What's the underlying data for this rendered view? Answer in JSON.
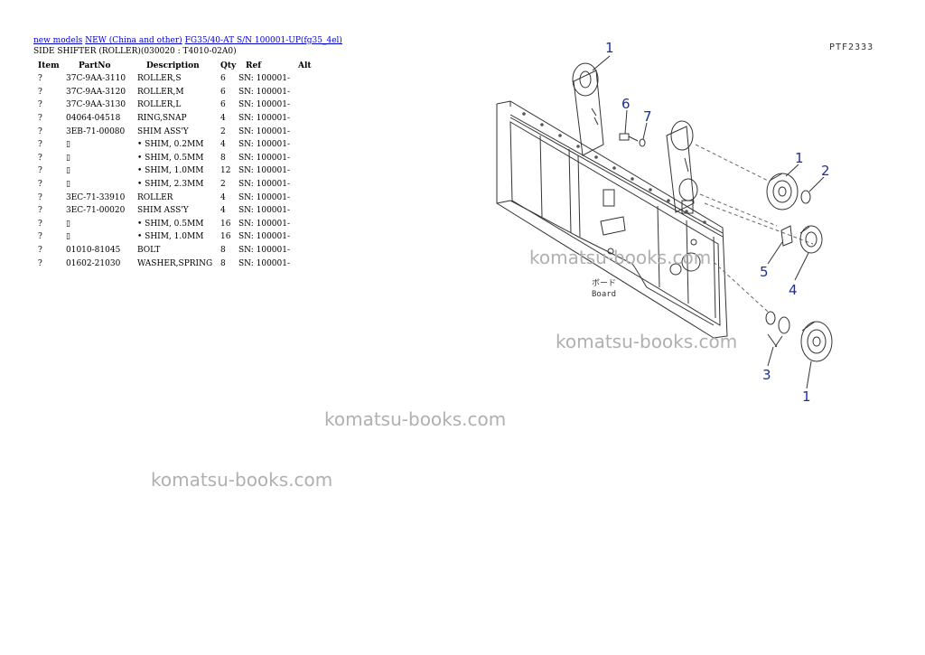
{
  "breadcrumb": {
    "links": [
      "new models",
      "NEW (China and other)",
      "FG35/40-AT S/N 100001-UP(fg35_4el)"
    ]
  },
  "page_title": "SIDE SHIFTER (ROLLER)(030020 : T4010-02A0)",
  "table": {
    "headers": [
      "Item",
      "PartNo",
      "Description",
      "Qty",
      "Ref",
      "Alt"
    ],
    "rows": [
      {
        "item": "?",
        "part": "37C-9AA-3110",
        "desc": "ROLLER,S",
        "qty": "6",
        "ref": "SN: 100001-",
        "alt": ""
      },
      {
        "item": "?",
        "part": "37C-9AA-3120",
        "desc": "ROLLER,M",
        "qty": "6",
        "ref": "SN: 100001-",
        "alt": ""
      },
      {
        "item": "?",
        "part": "37C-9AA-3130",
        "desc": "ROLLER,L",
        "qty": "6",
        "ref": "SN: 100001-",
        "alt": ""
      },
      {
        "item": "?",
        "part": "04064-04518",
        "desc": "RING,SNAP",
        "qty": "4",
        "ref": "SN: 100001-",
        "alt": ""
      },
      {
        "item": "?",
        "part": "3EB-71-00080",
        "desc": "SHIM ASS'Y",
        "qty": "2",
        "ref": "SN: 100001-",
        "alt": ""
      },
      {
        "item": "?",
        "part": "▯",
        "desc": "• SHIM, 0.2MM",
        "qty": "4",
        "ref": "SN: 100001-",
        "alt": ""
      },
      {
        "item": "?",
        "part": "▯",
        "desc": "• SHIM, 0.5MM",
        "qty": "8",
        "ref": "SN: 100001-",
        "alt": ""
      },
      {
        "item": "?",
        "part": "▯",
        "desc": "• SHIM, 1.0MM",
        "qty": "12",
        "ref": "SN: 100001-",
        "alt": ""
      },
      {
        "item": "?",
        "part": "▯",
        "desc": "• SHIM, 2.3MM",
        "qty": "2",
        "ref": "SN: 100001-",
        "alt": ""
      },
      {
        "item": "?",
        "part": "3EC-71-33910",
        "desc": "ROLLER",
        "qty": "4",
        "ref": "SN: 100001-",
        "alt": ""
      },
      {
        "item": "?",
        "part": "3EC-71-00020",
        "desc": "SHIM ASS'Y",
        "qty": "4",
        "ref": "SN: 100001-",
        "alt": ""
      },
      {
        "item": "?",
        "part": "▯",
        "desc": "• SHIM, 0.5MM",
        "qty": "16",
        "ref": "SN: 100001-",
        "alt": ""
      },
      {
        "item": "?",
        "part": "▯",
        "desc": "• SHIM, 1.0MM",
        "qty": "16",
        "ref": "SN: 100001-",
        "alt": ""
      },
      {
        "item": "?",
        "part": "01010-81045",
        "desc": "BOLT",
        "qty": "8",
        "ref": "SN: 100001-",
        "alt": ""
      },
      {
        "item": "?",
        "part": "01602-21030",
        "desc": "WASHER,SPRING",
        "qty": "8",
        "ref": "SN: 100001-",
        "alt": ""
      }
    ]
  },
  "diagram": {
    "code": "PTF2333",
    "callouts": [
      "1",
      "6",
      "7",
      "1",
      "2",
      "5",
      "4",
      "3",
      "1"
    ],
    "board_label_jp": "ボード",
    "board_label_en": "Board"
  },
  "watermarks": [
    "komatsu-books.com",
    "komatsu-books.com",
    "komatsu-books.com",
    "komatsu-books.com"
  ],
  "colors": {
    "link": "#0000cc",
    "callout": "#1a2fa0",
    "watermark": "#b0b0b0"
  }
}
